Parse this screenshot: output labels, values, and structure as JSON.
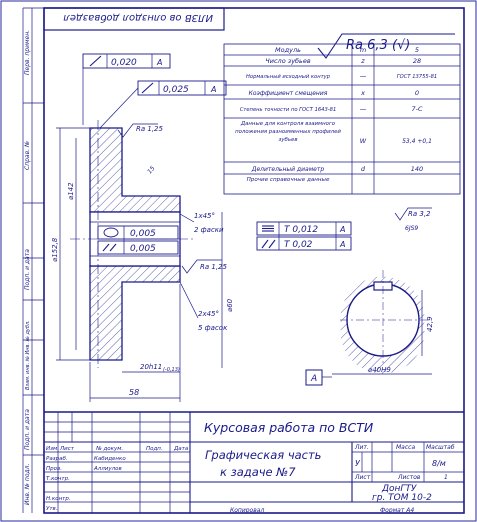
{
  "stamp": {
    "top_rotated": "ИЛЗВ ов олнздол добваздел",
    "side_labels": [
      "Перв. примен.",
      "Справ. №",
      "Подп. и дата",
      "Взам. инв. № Инв. № дубл.",
      "Подп. и дата",
      "Инв. № подл."
    ]
  },
  "roughness": {
    "main": "Ra 6,3 (√)",
    "left": "Ra 1,25",
    "mid": "Ra 1,25",
    "right": "Ra 3,2"
  },
  "tolerances": {
    "top1": {
      "sym": "∕",
      "val": "0,020",
      "base": "A"
    },
    "top2": {
      "sym": "∕",
      "val": "0,025",
      "base": "A"
    },
    "mid1": {
      "sym": "○",
      "val": "0,005"
    },
    "mid2": {
      "sym": "∕∕",
      "val": "0,005"
    },
    "right1": {
      "sym": "≡",
      "val": "T 0,012",
      "base": "A"
    },
    "right2": {
      "sym": "∕∕",
      "val": "T 0,02",
      "base": "A"
    }
  },
  "params": {
    "rows": [
      {
        "name": "Модуль",
        "sym": "m",
        "val": "5"
      },
      {
        "name": "Число зубьев",
        "sym": "z",
        "val": "28"
      },
      {
        "name": "Нормальный исходный контур",
        "sym": "—",
        "val": "ГОСТ 13755-81"
      },
      {
        "name": "Коэффициент смещения",
        "sym": "x",
        "val": "0"
      },
      {
        "name": "Степень точности по ГОСТ 1643-81",
        "sym": "—",
        "val": "7-C"
      },
      {
        "name": "Данные для контроля взаимного положения разноименных профилей зубьев",
        "sym": "W",
        "val": "53,4 +0,1"
      },
      {
        "name": "Делительный диаметр",
        "sym": "d",
        "val": "140"
      },
      {
        "name": "Прочие справочные данные",
        "sym": "",
        "val": ""
      }
    ]
  },
  "dims": {
    "d_left": "⌀152,8",
    "d_left2": "⌀142",
    "d15": "15",
    "chamfer1": "1х45°",
    "chamfer1b": "2 фаски",
    "chamfer2": "2х45°",
    "chamfer2b": "5 фасок",
    "d60": "⌀60",
    "h8": "20h11",
    "h8sub": "(-0,13)",
    "w58": "58",
    "r429": "42,9",
    "d40": "⌀40H9",
    "sectionA": "A",
    "six": "6JS9"
  },
  "titleblock": {
    "course": "Курсовая работа по ВСТИ",
    "part1": "Графическая часть",
    "part2": "к задаче №7",
    "headers": [
      "Изм.",
      "Лист",
      "№ докум.",
      "Подп.",
      "Дата"
    ],
    "rows": [
      {
        "role": "Разраб.",
        "name": "Кабиденко"
      },
      {
        "role": "Пров.",
        "name": "Аллиулов"
      },
      {
        "role": "Т.контр.",
        "name": ""
      },
      {
        "role": "",
        "name": ""
      },
      {
        "role": "Н.контр.",
        "name": ""
      },
      {
        "role": "Утв.",
        "name": ""
      }
    ],
    "lit_label": "Лит.",
    "mass_label": "Масса",
    "scale_label": "Масштаб",
    "lit_val": "У",
    "scale_val": "8/м",
    "sheet_label": "Лист",
    "sheets_label": "Листов",
    "sheets_val": "1",
    "org1": "ДонГТУ",
    "org2": "гр. ТОМ 10-2",
    "copy": "Копировал",
    "format": "Формат  А4"
  }
}
